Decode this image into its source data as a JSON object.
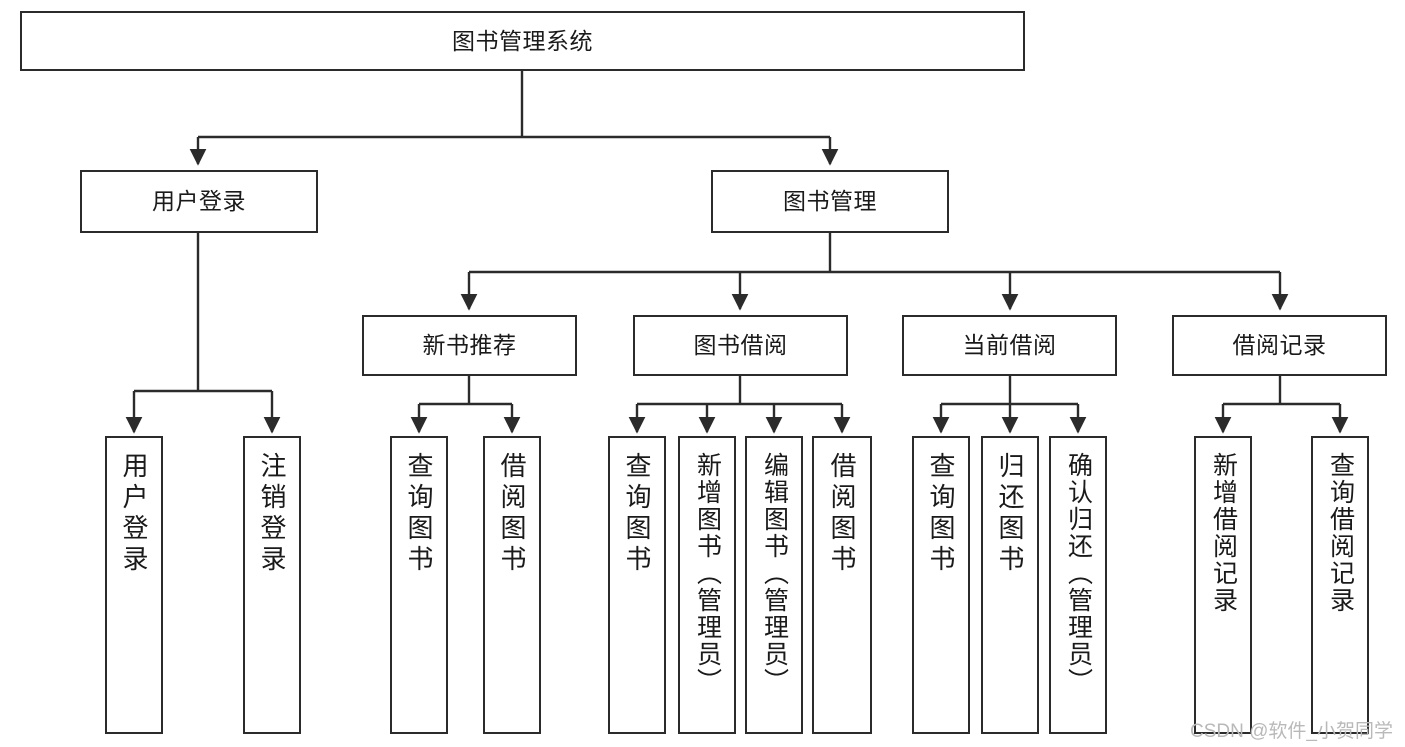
{
  "diagram": {
    "type": "tree-hierarchy",
    "title": "图书管理系统",
    "orientation": "top-down",
    "colors": {
      "box_border": "#2b2b2b",
      "box_fill": "#ffffff",
      "edge": "#2b2b2b",
      "text": "#1a1a1a",
      "watermark": "#b9b9b9",
      "background": "#ffffff"
    },
    "levels": {
      "root": {
        "label": "图书管理系统"
      },
      "level2": [
        {
          "id": "user-login",
          "label": "用户登录"
        },
        {
          "id": "book-manage",
          "label": "图书管理"
        }
      ],
      "level3": [
        {
          "id": "new-book-recommend",
          "label": "新书推荐"
        },
        {
          "id": "book-borrow",
          "label": "图书借阅"
        },
        {
          "id": "current-borrow",
          "label": "当前借阅"
        },
        {
          "id": "borrow-record",
          "label": "借阅记录"
        }
      ],
      "leaves": {
        "user-login": [
          {
            "id": "leaf-user-login",
            "label": "用户登录"
          },
          {
            "id": "leaf-logout-login",
            "label": "注销登录"
          }
        ],
        "new-book-recommend": [
          {
            "id": "leaf-query-book-1",
            "label": "查询图书"
          },
          {
            "id": "leaf-borrow-book-1",
            "label": "借阅图书"
          }
        ],
        "book-borrow": [
          {
            "id": "leaf-query-book-2",
            "label": "查询图书"
          },
          {
            "id": "leaf-add-book",
            "label": "新增图书（管理员）"
          },
          {
            "id": "leaf-edit-book",
            "label": "编辑图书（管理员）"
          },
          {
            "id": "leaf-borrow-book-2",
            "label": "借阅图书"
          }
        ],
        "current-borrow": [
          {
            "id": "leaf-query-book-3",
            "label": "查询图书"
          },
          {
            "id": "leaf-return-book",
            "label": "归还图书"
          },
          {
            "id": "leaf-confirm-return",
            "label": "确认归还（管理员）"
          }
        ],
        "borrow-record": [
          {
            "id": "leaf-add-borrow-record",
            "label": "新增借阅记录"
          },
          {
            "id": "leaf-query-borrow-record",
            "label": "查询借阅记录"
          }
        ]
      }
    },
    "watermark": "CSDN @软件_小贺同学"
  }
}
